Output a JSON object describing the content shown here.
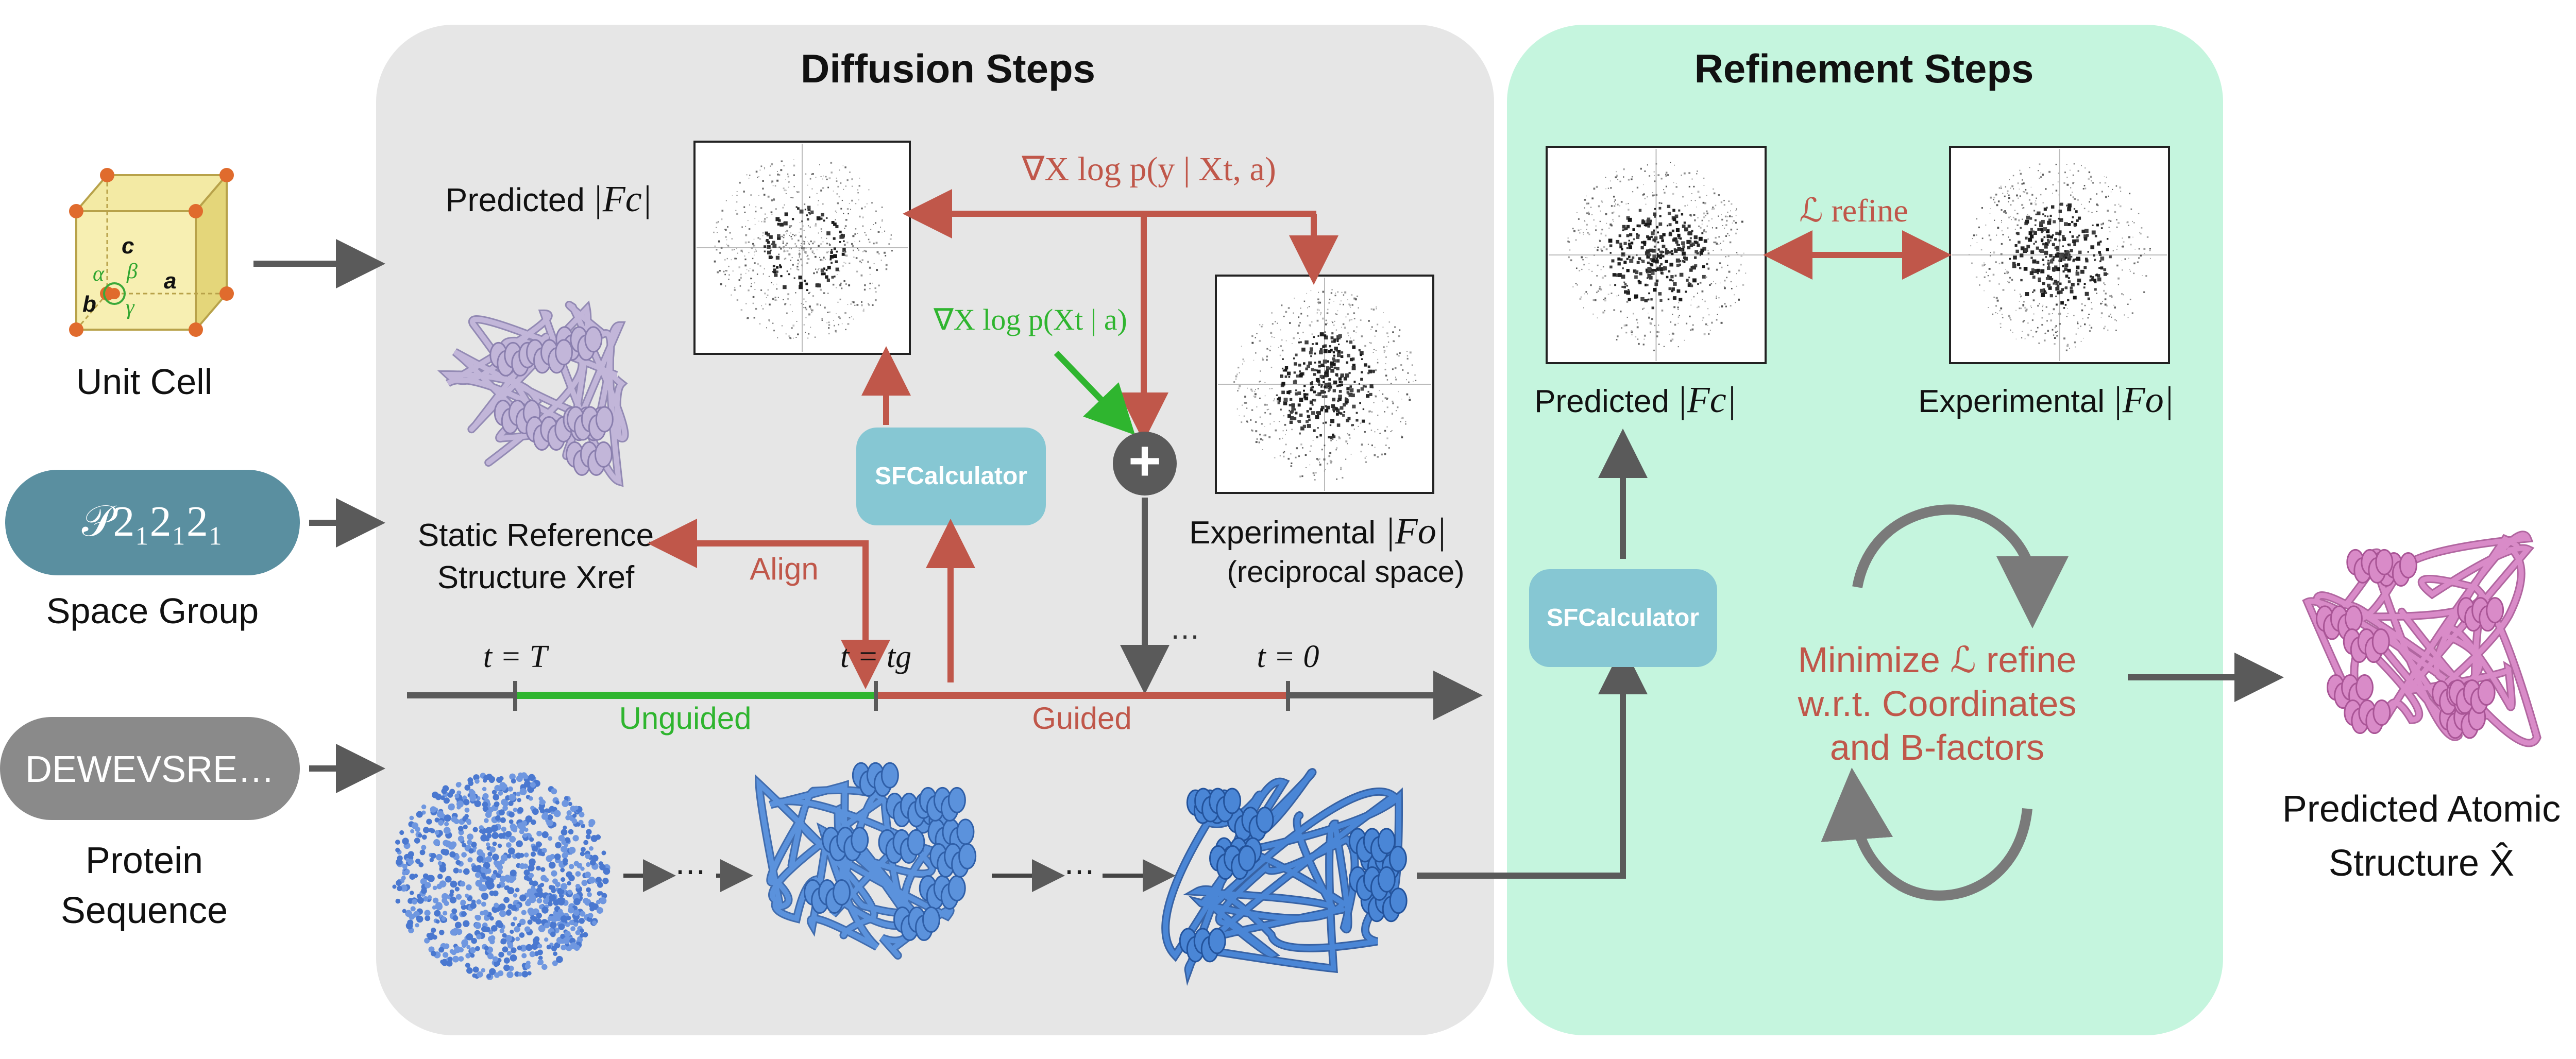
{
  "panels": {
    "diffusion_title": "Diffusion Steps",
    "refinement_title": "Refinement Steps"
  },
  "inputs": {
    "unit_cell_label": "Unit Cell",
    "cell_a": "a",
    "cell_b": "b",
    "cell_c": "c",
    "cell_alpha": "α",
    "cell_beta": "β",
    "cell_gamma": "γ",
    "space_group_symbol": "𝒫2₁2₁2₁",
    "space_group_label": "Space Group",
    "sequence_text": "DEWEVSRE…",
    "sequence_label_1": "Protein",
    "sequence_label_2": "Sequence"
  },
  "diffusion": {
    "predicted_label": "Predicted",
    "fc_symbol": "|Fc|",
    "gradient_full": "∇X log p(y | Xt, a)",
    "gradient_prior": "∇X log p(Xt | a)",
    "sf_calculator": "SFCalculator",
    "static_ref_1": "Static Reference",
    "static_ref_2": "Structure Xref",
    "align_label": "Align",
    "experimental_label": "Experimental",
    "fo_symbol": "|Fo|",
    "reciprocal_label": "(reciprocal space)",
    "plus": "+",
    "ellipsis": "…",
    "t_T": "t = T",
    "t_g": "t = tg",
    "t_0": "t = 0",
    "unguided": "Unguided",
    "guided": "Guided"
  },
  "refinement": {
    "predicted_label": "Predicted",
    "fc_symbol": "|Fc|",
    "experimental_label": "Experimental",
    "fo_symbol": "|Fo|",
    "loss_label": "ℒ refine",
    "sf_calculator": "SFCalculator",
    "minimize_line1": "Minimize ℒ refine",
    "minimize_line2": "w.r.t. Coordinates",
    "minimize_line3": "and B-factors"
  },
  "output": {
    "label_line1": "Predicted Atomic",
    "label_line2": "Structure X̂"
  },
  "colors": {
    "diffusion_bg": "#e6e6e6",
    "refinement_bg": "#c5f5de",
    "guided_red": "#c0574a",
    "unguided_green": "#2fb52f",
    "arrow_gray": "#5a5a5a",
    "sf_box": "#86c7d3",
    "space_group_pill": "#5a8fa0",
    "sequence_pill": "#8a8a8a",
    "protein_blue": "#4a86d6",
    "protein_lilac": "#c2b6d9",
    "protein_pink": "#d98bc8"
  }
}
